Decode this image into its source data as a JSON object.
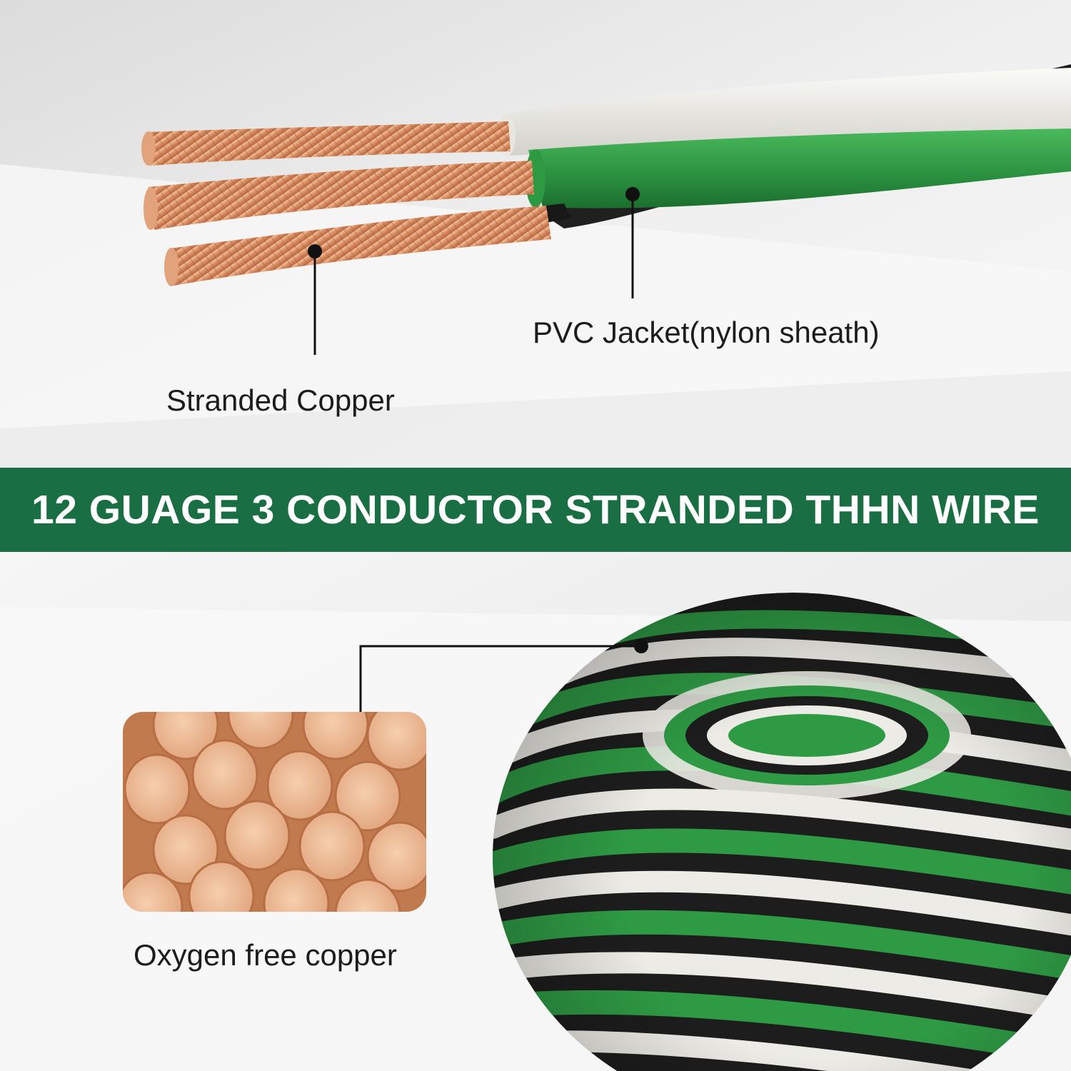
{
  "labels": {
    "pvc_jacket": "PVC Jacket(nylon sheath)",
    "stranded_copper": "Stranded Copper",
    "oxygen_free_copper": "Oxygen free copper"
  },
  "banner": {
    "text": "12 GUAGE 3 CONDUCTOR STRANDED THHN WIRE"
  },
  "colors": {
    "banner": "#1a6e43",
    "copper": "#d9936b",
    "wire_green": "#2f9a45",
    "wire_white": "#ebe9e3",
    "wire_black": "#222222"
  }
}
